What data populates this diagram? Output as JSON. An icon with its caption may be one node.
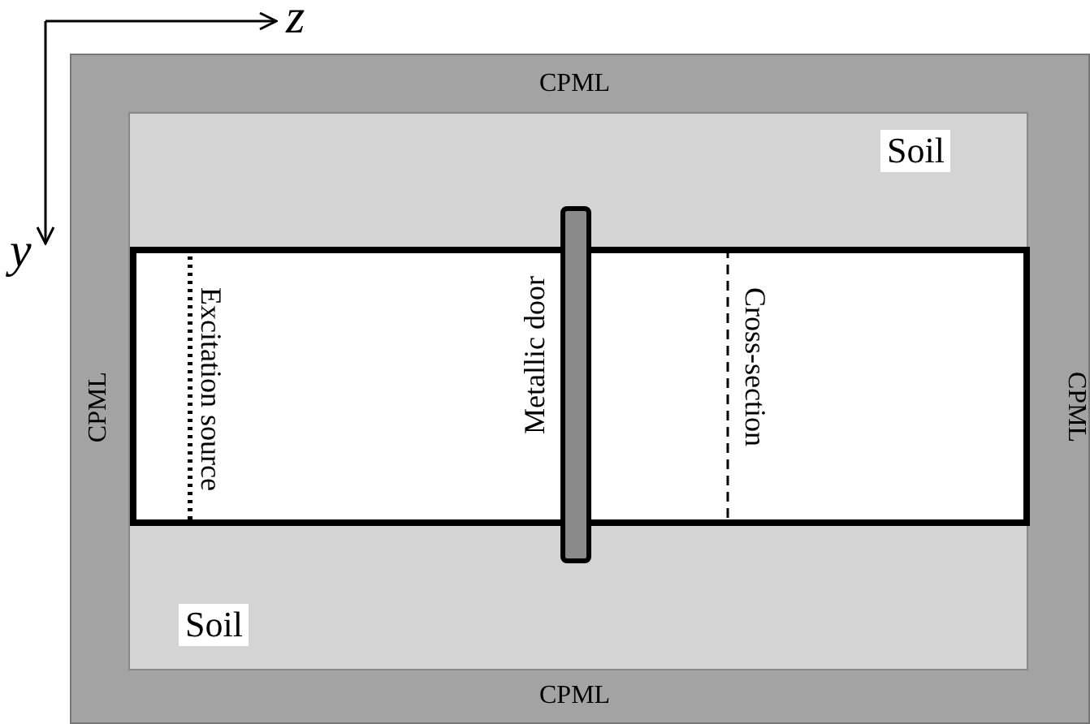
{
  "diagram": {
    "nodes": [
      {
        "text": [
          "CPML",
          "CPML",
          "CPML",
          "CPML"
        ]
      },
      {
        "text": [
          "Soil",
          "Soil"
        ],
        "in": 0
      },
      {
        "text": [],
        "shape": "box",
        "in": 1
      },
      {
        "text": [],
        "shape": "bar",
        "in": 1
      }
    ],
    "labels": [
      "z",
      "y",
      "Excitation source",
      "Metallic door",
      "Cross-section"
    ]
  }
}
